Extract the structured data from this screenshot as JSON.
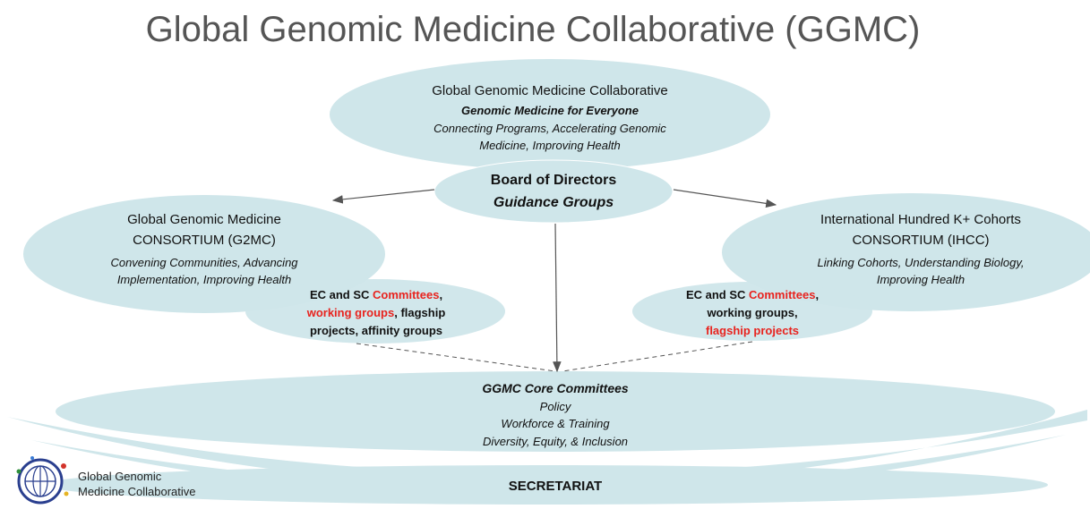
{
  "title": "Global Genomic Medicine Collaborative (GGMC)",
  "colors": {
    "ellipse_fill": "#cfe6ea",
    "accent_red": "#e8231e",
    "arrow": "#555555",
    "title_gray": "#555555"
  },
  "top": {
    "name": "Global Genomic Medicine Collaborative",
    "tagline": "Genomic Medicine for Everyone",
    "desc_line1": "Connecting Programs, Accelerating Genomic",
    "desc_line2": "Medicine, Improving Health"
  },
  "board": {
    "line1": "Board of Directors",
    "line2": "Guidance Groups"
  },
  "left": {
    "name_line1": "Global Genomic Medicine",
    "name_line2": "CONSORTIUM (G2MC)",
    "desc_line1": "Convening Communities, Advancing",
    "desc_line2": "Implementation, Improving Health",
    "sub": {
      "p1": "EC and SC ",
      "p2": "Committees",
      "p3": ",",
      "p4": "working groups",
      "p5": ", flagship",
      "p6": "projects, affinity groups"
    }
  },
  "right": {
    "name_line1": "International Hundred K+ Cohorts",
    "name_line2": "CONSORTIUM (IHCC)",
    "desc_line1": "Linking Cohorts, Understanding Biology,",
    "desc_line2": "Improving Health",
    "sub": {
      "p1": "EC and SC ",
      "p2": "Committees",
      "p3": ",",
      "p4": "working groups,",
      "p5": "flagship projects"
    }
  },
  "core": {
    "title": "GGMC Core Committees",
    "items": [
      "Policy",
      "Workforce & Training",
      "Diversity, Equity, & Inclusion"
    ]
  },
  "secretariat": "SECRETARIAT",
  "logo": {
    "line1": "Global Genomic",
    "line2": "Medicine Collaborative"
  }
}
